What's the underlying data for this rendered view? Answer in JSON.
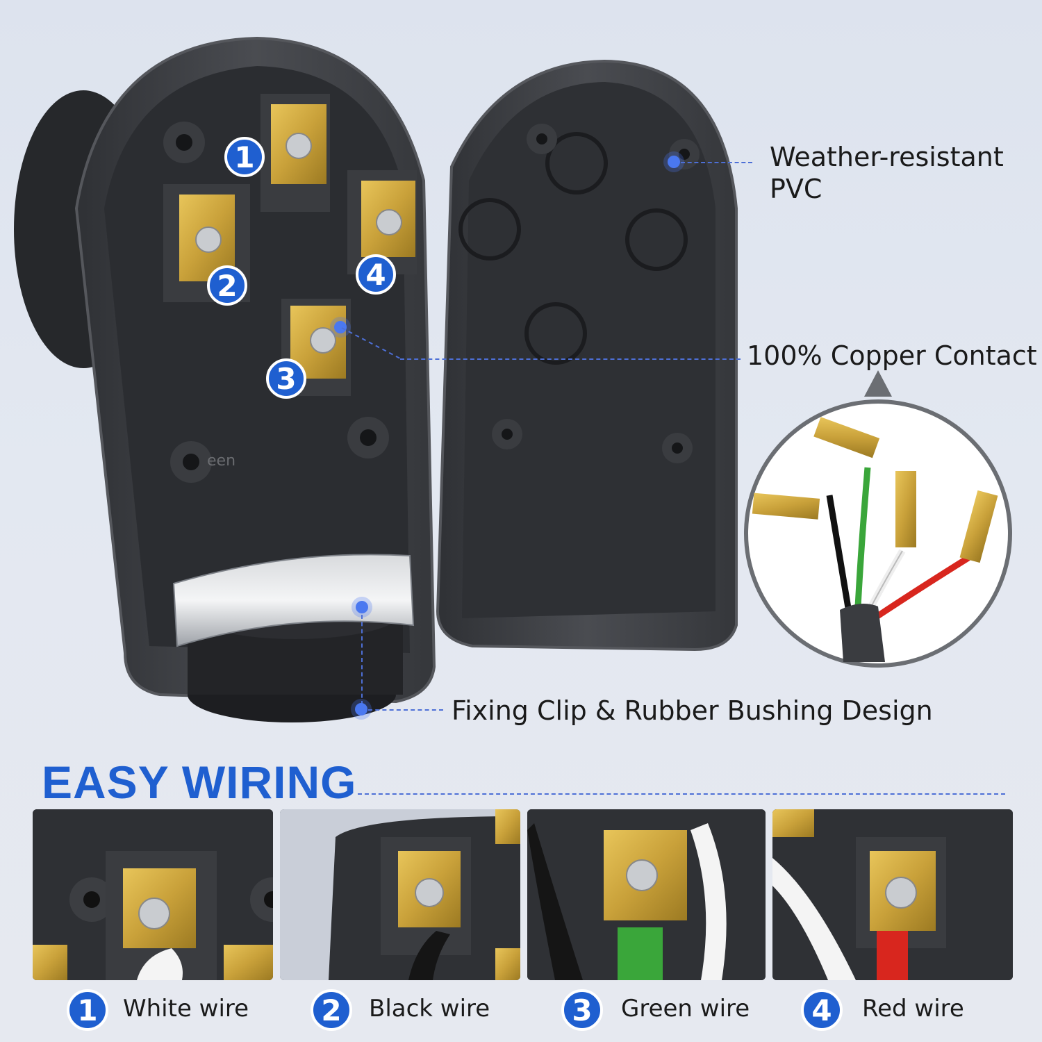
{
  "callouts": {
    "pvc": "Weather-resistant\nPVC",
    "pvc_line1": "Weather-resistant",
    "pvc_line2": "PVC",
    "copper": "100% Copper Contact",
    "clip": "Fixing Clip & Rubber Bushing Design"
  },
  "terminal_numbers": [
    "1",
    "2",
    "3",
    "4"
  ],
  "embossed_text": "een",
  "section": {
    "title": "EASY WIRING"
  },
  "steps": [
    {
      "number": "1",
      "label": "White wire",
      "wire_color": "#f4f4f4"
    },
    {
      "number": "2",
      "label": "Black wire",
      "wire_color": "#151515"
    },
    {
      "number": "3",
      "label": "Green wire",
      "wire_color": "#3aa63a"
    },
    {
      "number": "4",
      "label": "Red wire",
      "wire_color": "#d8261e"
    }
  ],
  "colors": {
    "accent": "#1f5fd0",
    "housing": "#3f4146",
    "brass": "#c9a43a"
  }
}
